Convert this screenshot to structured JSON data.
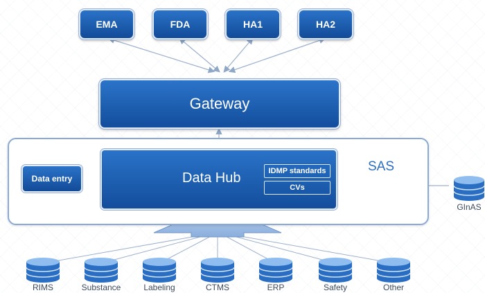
{
  "regulators": [
    "EMA",
    "FDA",
    "HA1",
    "HA2"
  ],
  "gateway": "Gateway",
  "sas": "SAS",
  "data_entry": "Data entry",
  "data_hub": {
    "title": "Data Hub",
    "sub": [
      "IDMP standards",
      "CVs"
    ]
  },
  "external_source": "GInAS",
  "sources": [
    "RIMS",
    "Substance",
    "Labeling",
    "CTMS",
    "ERP",
    "Safety",
    "Other"
  ]
}
